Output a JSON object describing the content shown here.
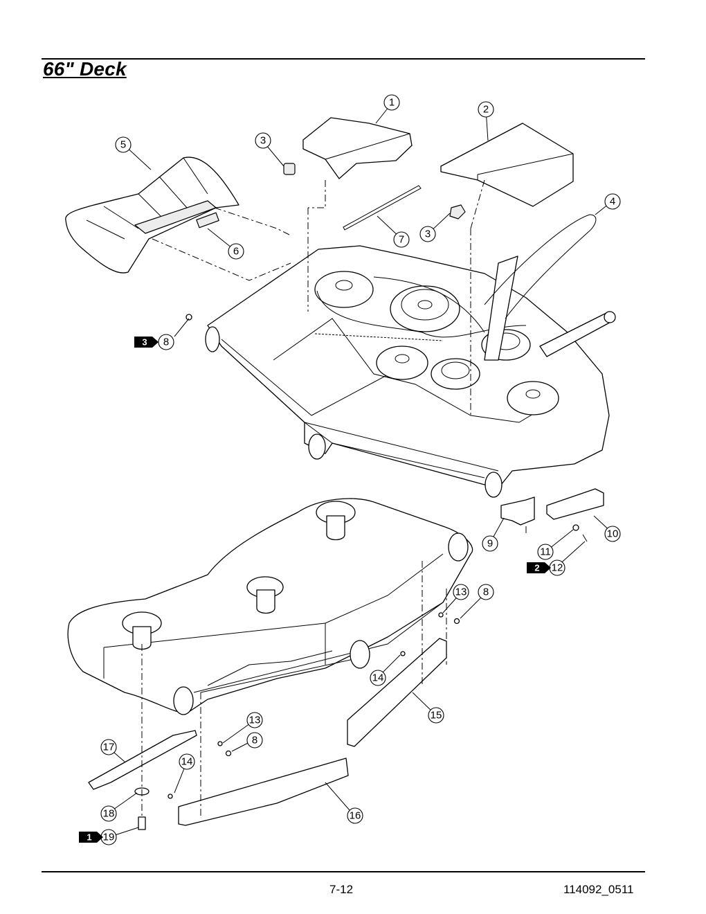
{
  "page": {
    "title": "66\" Deck",
    "page_number": "7-12",
    "doc_number": "114092_0511"
  },
  "callouts": [
    {
      "id": "c1",
      "label": "1"
    },
    {
      "id": "c2",
      "label": "2"
    },
    {
      "id": "c3a",
      "label": "3"
    },
    {
      "id": "c3b",
      "label": "3"
    },
    {
      "id": "c4",
      "label": "4"
    },
    {
      "id": "c5",
      "label": "5"
    },
    {
      "id": "c6",
      "label": "6"
    },
    {
      "id": "c7",
      "label": "7"
    },
    {
      "id": "c8a",
      "label": "8"
    },
    {
      "id": "c9",
      "label": "9"
    },
    {
      "id": "c10",
      "label": "10"
    },
    {
      "id": "c11",
      "label": "11"
    },
    {
      "id": "c12",
      "label": "12"
    },
    {
      "id": "c13a",
      "label": "13"
    },
    {
      "id": "c8b",
      "label": "8"
    },
    {
      "id": "c14a",
      "label": "14"
    },
    {
      "id": "c15",
      "label": "15"
    },
    {
      "id": "c13b",
      "label": "13"
    },
    {
      "id": "c8c",
      "label": "8"
    },
    {
      "id": "c17",
      "label": "17"
    },
    {
      "id": "c14b",
      "label": "14"
    },
    {
      "id": "c16",
      "label": "16"
    },
    {
      "id": "c18",
      "label": "18"
    },
    {
      "id": "c19",
      "label": "19"
    }
  ],
  "flags": [
    {
      "id": "f3",
      "label": "3"
    },
    {
      "id": "f2",
      "label": "2"
    },
    {
      "id": "f1",
      "label": "1"
    }
  ]
}
